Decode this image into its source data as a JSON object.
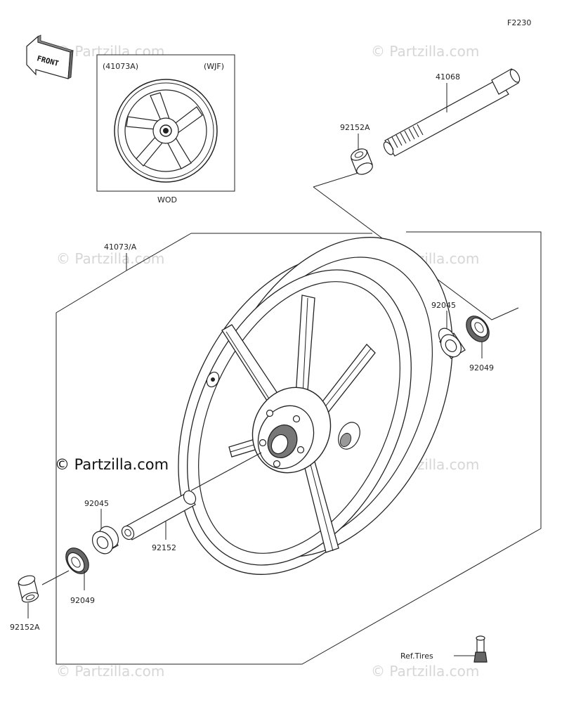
{
  "figure_code": "F2230",
  "front_label": "FRONT",
  "watermark": "© Partzilla.com",
  "brand_text": "© Partzilla.com",
  "inset": {
    "left_label": "(41073A)",
    "right_label": "(WJF)",
    "bottom_label": "WOD"
  },
  "parts": {
    "wheel": "41073/A",
    "axle": "41068",
    "collar_top": "92152A",
    "bearing_right": "92045",
    "seal_right": "92049",
    "bearing_left": "92045",
    "spacer": "92152",
    "seal_left": "92049",
    "collar_left": "92152A",
    "valve_ref": "Ref.Tires"
  }
}
